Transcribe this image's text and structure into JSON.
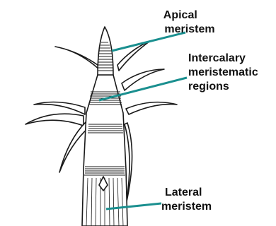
{
  "labels": {
    "apical_line1": "Apical",
    "apical_line2": "meristem",
    "intercalary_line1": "Intercalary",
    "intercalary_line2": "meristematic",
    "intercalary_line3": "regions",
    "lateral_line1": "Lateral",
    "lateral_line2": "meristem"
  },
  "colors": {
    "pointer": "#1a8f8f",
    "ink": "#1a1a1a",
    "background": "#ffffff"
  }
}
